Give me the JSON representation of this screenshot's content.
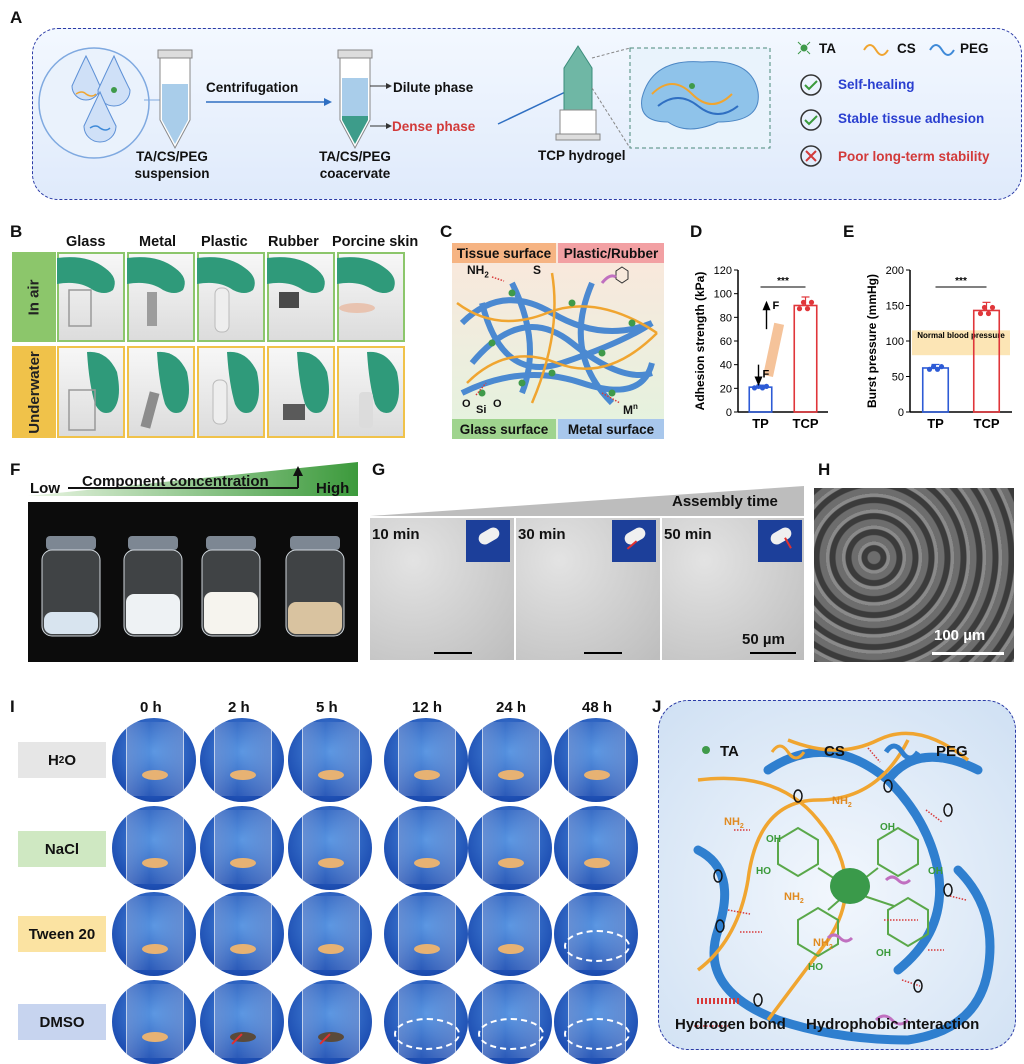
{
  "panel_labels": {
    "A": "A",
    "B": "B",
    "C": "C",
    "D": "D",
    "E": "E",
    "F": "F",
    "G": "G",
    "H": "H",
    "I": "I",
    "J": "J"
  },
  "panelA": {
    "centrifugation": "Centrifugation",
    "suspension_line1": "TA/CS/PEG",
    "suspension_line2": "suspension",
    "dilute_phase": "Dilute phase",
    "dense_phase": "Dense phase",
    "coacervate_line1": "TA/CS/PEG",
    "coacervate_line2": "coacervate",
    "hydrogel": "TCP hydrogel",
    "legend_ta": "TA",
    "legend_cs": "CS",
    "legend_peg": "PEG",
    "prop1": "Self-healing",
    "prop2": "Stable tissue adhesion",
    "prop3": "Poor long-term stability",
    "colors": {
      "blue_text": "#2a3fd0",
      "red_text": "#d23a3a",
      "ta": "#3f9a4a",
      "cs": "#f0a530",
      "peg": "#3f8ad8"
    }
  },
  "panelB": {
    "columns": [
      "Glass",
      "Metal",
      "Plastic",
      "Rubber",
      "Porcine skin"
    ],
    "rows": [
      "In air",
      "Underwater"
    ]
  },
  "panelC": {
    "tissue": "Tissue surface",
    "plastic": "Plastic/Rubber",
    "glass": "Glass surface",
    "metal": "Metal surface",
    "nh2": "NH",
    "nh2_sub": "2",
    "s": "S",
    "o1": "O",
    "si": "Si",
    "o2": "O",
    "mn": "M",
    "mn_sup": "n"
  },
  "chart_data": [
    {
      "type": "bar",
      "panel": "D",
      "categories": [
        "TP",
        "TCP"
      ],
      "values": [
        21,
        90
      ],
      "ylabel": "Adhesion strength (kPa)",
      "ylim": [
        0,
        120
      ],
      "yticks": [
        0,
        20,
        40,
        60,
        80,
        100,
        120
      ],
      "significance": "***",
      "annotation": "F",
      "colors": [
        "#2d5bd6",
        "#e0363a"
      ]
    },
    {
      "type": "bar",
      "panel": "E",
      "categories": [
        "TP",
        "TCP"
      ],
      "values": [
        62,
        143
      ],
      "ylabel": "Burst pressure (mmHg)",
      "ylim": [
        0,
        200
      ],
      "yticks": [
        0,
        50,
        100,
        150,
        200
      ],
      "significance": "***",
      "band_label": "Normal blood pressure",
      "colors": [
        "#2d5bd6",
        "#e0363a"
      ]
    }
  ],
  "panelF": {
    "low": "Low",
    "high": "High",
    "title": "Component concentration"
  },
  "panelG": {
    "title": "Assembly time",
    "times": [
      "10 min",
      "30 min",
      "50 min"
    ],
    "scale": "50 µm"
  },
  "panelH": {
    "scale": "100 µm"
  },
  "panelI": {
    "times": [
      "0 h",
      "2 h",
      "5 h",
      "12 h",
      "24 h",
      "48 h"
    ],
    "rows": [
      {
        "label": "H",
        "sub": "2",
        "label_tail": "O",
        "color": "#e6e6e6"
      },
      {
        "label": "NaCl",
        "sub": "",
        "label_tail": "",
        "color": "#cfe8c2"
      },
      {
        "label": "Tween 20",
        "sub": "",
        "label_tail": "",
        "color": "#fbe3a2"
      },
      {
        "label": "DMSO",
        "sub": "",
        "label_tail": "",
        "color": "#c7d4ef"
      }
    ]
  },
  "panelJ": {
    "ta": "TA",
    "cs": "CS",
    "peg": "PEG",
    "hbond": "Hydrogen bond",
    "hydrophobic": "Hydrophobic interaction",
    "nh2": "NH",
    "nh2_sub": "2",
    "oh": "OH",
    "ho": "HO"
  }
}
